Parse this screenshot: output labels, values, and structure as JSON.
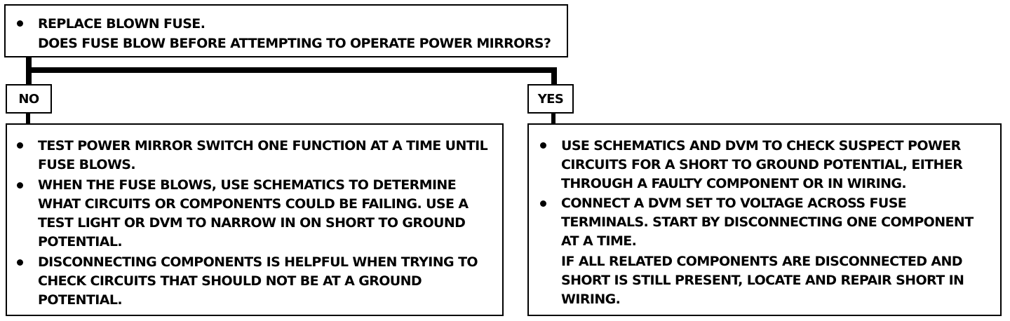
{
  "top_box": {
    "lines": [
      "REPLACE BLOWN FUSE.",
      "DOES FUSE BLOW BEFORE ATTEMPTING TO OPERATE POWER MIRRORS?"
    ]
  },
  "branches": {
    "no_label": "NO",
    "yes_label": "YES"
  },
  "no_box": {
    "items": [
      [
        "TEST POWER MIRROR SWITCH ONE FUNCTION AT A TIME UNTIL",
        "FUSE BLOWS."
      ],
      [
        "WHEN THE FUSE BLOWS, USE SCHEMATICS TO DETERMINE",
        "WHAT CIRCUITS OR COMPONENTS COULD BE FAILING.  USE A",
        "TEST LIGHT OR DVM TO NARROW IN ON SHORT TO GROUND",
        "POTENTIAL."
      ],
      [
        "DISCONNECTING COMPONENTS IS HELPFUL WHEN TRYING TO",
        "CHECK CIRCUITS THAT SHOULD NOT BE AT A GROUND",
        "POTENTIAL."
      ]
    ]
  },
  "yes_box": {
    "items": [
      [
        "USE SCHEMATICS AND DVM TO CHECK SUSPECT POWER",
        "CIRCUITS FOR A SHORT TO GROUND POTENTIAL, EITHER",
        "THROUGH A FAULTY COMPONENT OR IN WIRING."
      ],
      [
        "CONNECT A DVM SET TO VOLTAGE ACROSS FUSE",
        "TERMINALS.  START BY DISCONNECTING ONE COMPONENT",
        "AT A TIME.",
        "IF ALL RELATED COMPONENTS ARE DISCONNECTED AND",
        "SHORT IS STILL PRESENT, LOCATE AND REPAIR SHORT IN",
        "WIRING."
      ]
    ]
  }
}
